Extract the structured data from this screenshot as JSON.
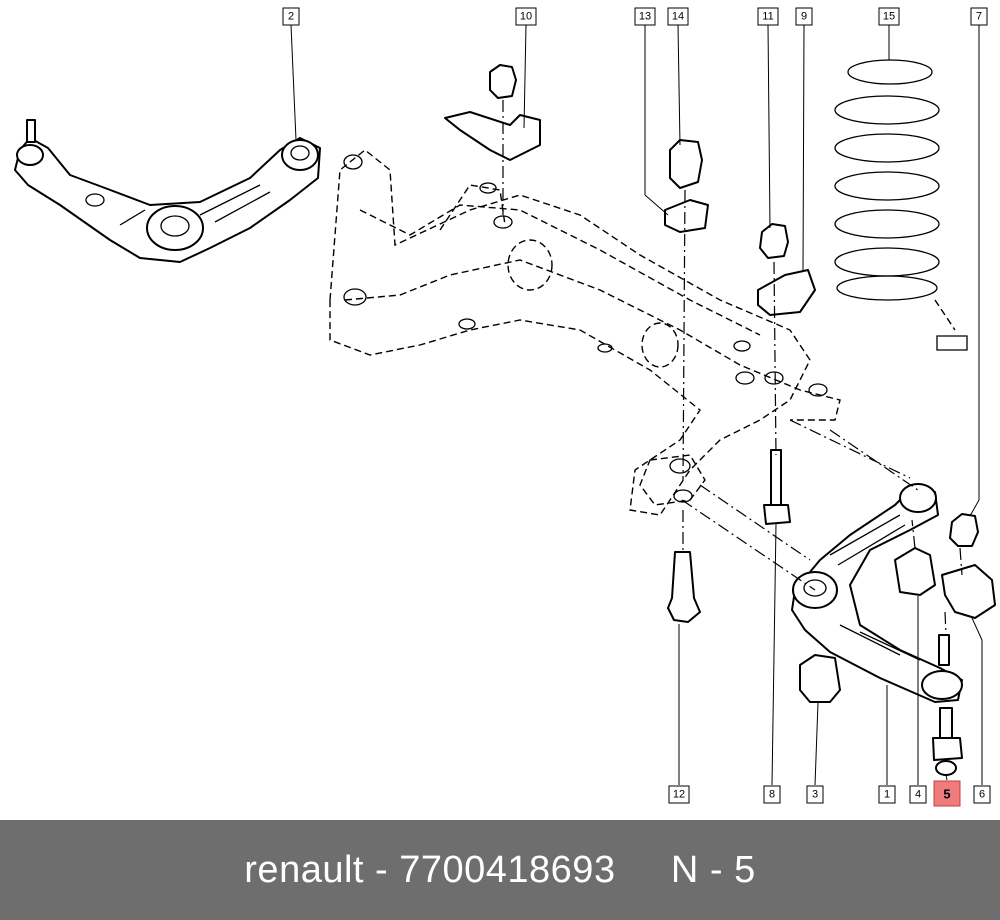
{
  "callouts": [
    {
      "label": "2"
    },
    {
      "label": "10"
    },
    {
      "label": "13"
    },
    {
      "label": "14"
    },
    {
      "label": "11"
    },
    {
      "label": "9"
    },
    {
      "label": "15"
    },
    {
      "label": "7"
    },
    {
      "label": "12"
    },
    {
      "label": "8"
    },
    {
      "label": "3"
    },
    {
      "label": "1"
    },
    {
      "label": "4"
    },
    {
      "label": "5"
    },
    {
      "label": "6"
    }
  ],
  "highlighted_callout": "5",
  "colors": {
    "highlight": "#ee7c7c",
    "footer_bg": "#6e6e6e",
    "footer_text": "#ffffff"
  },
  "footer": {
    "text": "renault - 7700418693     N - 5"
  }
}
